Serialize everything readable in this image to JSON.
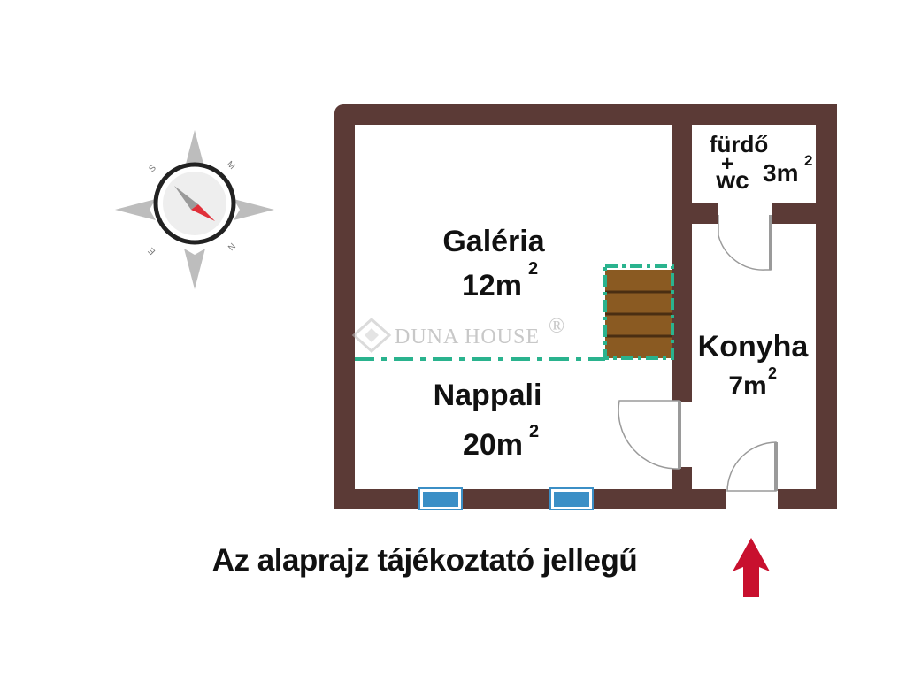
{
  "colors": {
    "wall": "#5b3a36",
    "door": "#9a9a9a",
    "stair_wood": "#8a5a22",
    "stair_line": "#4a2e12",
    "divider": "#2ab38e",
    "window": "#3b8fc6",
    "arrow": "#c8102e",
    "compass_needle": "#e0303a",
    "watermark": "#c8c8c8"
  },
  "rooms": {
    "galeria": {
      "name": "Galéria",
      "area": "12m",
      "sup": "2"
    },
    "nappali": {
      "name": "Nappali",
      "area": "20m",
      "sup": "2"
    },
    "konyha": {
      "name": "Konyha",
      "area": "7m",
      "sup": "2"
    },
    "furdo": {
      "line1": "fürdő",
      "line2": "+",
      "line3": "wc",
      "area": "3m",
      "sup": "2"
    }
  },
  "compass": {
    "labels": [
      "S",
      "M",
      "E",
      "N"
    ]
  },
  "watermark": {
    "brand": "DUNA HOUSE",
    "mark": "®"
  },
  "caption": "Az alaprajz tájékoztató jellegű",
  "icons": {
    "entrance": "entrance-arrow-icon",
    "compass": "compass-icon",
    "logo": "duna-house-logo-icon"
  }
}
